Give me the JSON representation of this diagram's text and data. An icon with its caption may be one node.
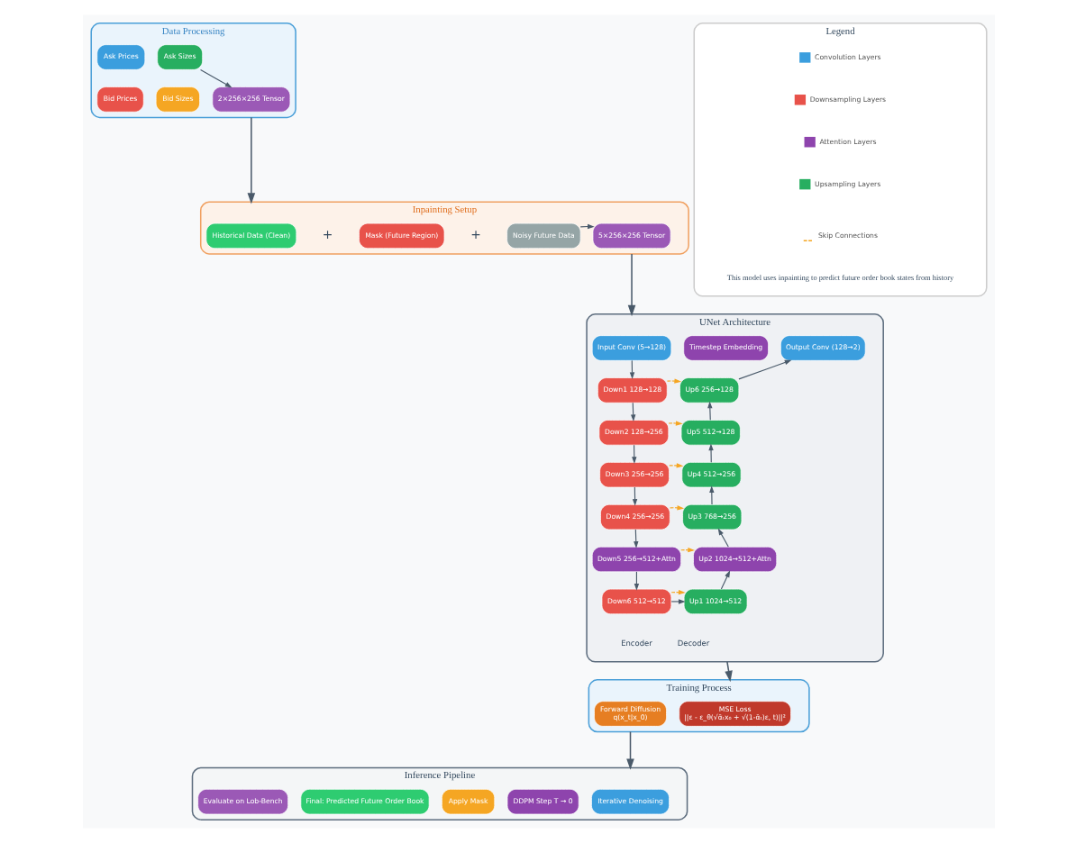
{
  "diagram": {
    "nodes": [
      {
        "text": [
          "Data Processing"
        ]
      },
      {
        "text": [
          "Ask Prices"
        ],
        "in": 0
      },
      {
        "text": [
          "Ask Sizes"
        ],
        "in": 0
      },
      {
        "text": [
          "Bid Prices"
        ],
        "in": 0
      },
      {
        "text": [
          "Bid Sizes"
        ],
        "in": 0
      },
      {
        "text": [
          "2×256×256 Tensor"
        ],
        "in": 0
      },
      {
        "text": [
          "Inpainting Setup"
        ]
      },
      {
        "text": [
          "Historical Data (Clean)"
        ],
        "in": 6
      },
      {
        "text": [
          "Mask (Future Region)"
        ],
        "in": 6
      },
      {
        "text": [
          "Noisy Future Data"
        ],
        "in": 6
      },
      {
        "text": [
          "5×256×256 Tensor"
        ],
        "in": 6
      },
      {
        "text": [
          "UNet Architecture"
        ]
      },
      {
        "text": [
          "Input Conv (5→128)"
        ],
        "in": 11
      },
      {
        "text": [
          "Timestep Embedding"
        ],
        "in": 11
      },
      {
        "text": [
          "Output Conv (128→2)"
        ],
        "in": 11
      },
      {
        "text": [
          "Down1 128→128"
        ],
        "in": 11
      },
      {
        "text": [
          "Down2 128→256"
        ],
        "in": 11
      },
      {
        "text": [
          "Down3 256→256"
        ],
        "in": 11
      },
      {
        "text": [
          "Down4 256→256"
        ],
        "in": 11
      },
      {
        "text": [
          "Down5 256→512+Attn"
        ],
        "in": 11
      },
      {
        "text": [
          "Down6 512→512"
        ],
        "in": 11
      },
      {
        "text": [
          "Up6 256→128"
        ],
        "in": 11
      },
      {
        "text": [
          "Up5 512→128"
        ],
        "in": 11
      },
      {
        "text": [
          "Up4 512→256"
        ],
        "in": 11
      },
      {
        "text": [
          "Up3 768→256"
        ],
        "in": 11
      },
      {
        "text": [
          "Up2 1024→512+Attn"
        ],
        "in": 11
      },
      {
        "text": [
          "Up1 1024→512"
        ],
        "in": 11
      },
      {
        "text": [
          "Legend"
        ]
      },
      {
        "text": [
          "Inference Pipeline"
        ]
      },
      {
        "text": [
          "Iterative Denoising"
        ],
        "in": 28
      },
      {
        "text": [
          "DDPM Step T → 0"
        ],
        "in": 28
      },
      {
        "text": [
          "Apply Mask"
        ],
        "in": 28
      },
      {
        "text": [
          "Final: Predicted Future Order Book"
        ],
        "in": 28
      },
      {
        "text": [
          "Evaluate on Lob-Bench"
        ],
        "in": 28
      },
      {
        "text": [
          "Training Process"
        ]
      },
      {
        "text": [
          "MSE Loss",
          "||ε - ε_θ(√ᾱₜx₀ + √(1-ᾱₜ)ε, t)||²"
        ],
        "in": 34
      },
      {
        "text": [
          "Forward Diffusion",
          "q(x_t|x_0)"
        ],
        "in": 34
      }
    ],
    "edges": [
      {
        "from": 0,
        "to": 6,
        "arrow": "to"
      },
      {
        "from": 2,
        "to": 5,
        "arrow": "to"
      },
      {
        "from": 9,
        "to": 10,
        "arrow": "to"
      },
      {
        "from": 6,
        "to": 11,
        "arrow": "to"
      },
      {
        "from": 12,
        "to": 15,
        "arrow": "to"
      },
      {
        "from": 15,
        "to": 16,
        "arrow": "to"
      },
      {
        "from": 16,
        "to": 17,
        "arrow": "to"
      },
      {
        "from": 17,
        "to": 18,
        "arrow": "to"
      },
      {
        "from": 18,
        "to": 19,
        "arrow": "to"
      },
      {
        "from": 19,
        "to": 20,
        "arrow": "to"
      },
      {
        "from": 20,
        "to": 26,
        "arrow": "to"
      },
      {
        "from": 26,
        "to": 25,
        "arrow": "to"
      },
      {
        "from": 25,
        "to": 24,
        "arrow": "to"
      },
      {
        "from": 24,
        "to": 23,
        "arrow": "to"
      },
      {
        "from": 23,
        "to": 22,
        "arrow": "to"
      },
      {
        "from": 22,
        "to": 21,
        "arrow": "to"
      },
      {
        "from": 21,
        "to": 14,
        "arrow": "to"
      },
      {
        "from": 15,
        "to": 21,
        "arrow": "to",
        "style": "dashed",
        "color": "#f5a623"
      },
      {
        "from": 16,
        "to": 22,
        "arrow": "to",
        "style": "dashed",
        "color": "#f5a623"
      },
      {
        "from": 17,
        "to": 23,
        "arrow": "to",
        "style": "dashed",
        "color": "#f5a623"
      },
      {
        "from": 18,
        "to": 24,
        "arrow": "to",
        "style": "dashed",
        "color": "#f5a623"
      },
      {
        "from": 19,
        "to": 25,
        "arrow": "to",
        "style": "dashed",
        "color": "#f5a623"
      },
      {
        "from": 20,
        "to": 26,
        "arrow": "to",
        "style": "dashed",
        "color": "#f5a623"
      },
      {
        "from": 11,
        "to": 34,
        "arrow": "to"
      },
      {
        "from": 34,
        "to": 28,
        "arrow": "to"
      }
    ],
    "labels": [
      "+",
      "+",
      "Encoder",
      "Decoder",
      "This model uses inpainting to predict future order book states from history"
    ],
    "legend": [
      {
        "text": "Convolution Layers",
        "color": "#3b9ede"
      },
      {
        "text": "Downsampling Layers",
        "color": "#e8524a"
      },
      {
        "text": "Attention Layers",
        "color": "#8e44ad"
      },
      {
        "text": "Upsampling Layers",
        "color": "#27ae60"
      },
      {
        "text": "Skip Connections"
      }
    ]
  }
}
